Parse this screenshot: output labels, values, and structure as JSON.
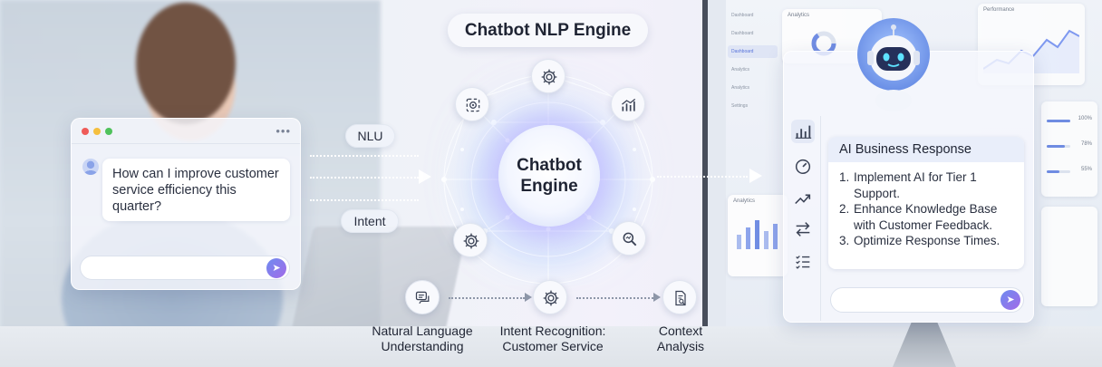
{
  "header": {
    "title": "Chatbot NLP Engine"
  },
  "user_chat": {
    "message": "How can I improve customer service efficiency this quarter?",
    "input_placeholder": ""
  },
  "flow_labels": {
    "nlu": "NLU",
    "intent": "Intent"
  },
  "engine": {
    "line1": "Chatbot",
    "line2": "Engine"
  },
  "pipeline": [
    {
      "line1": "Natural Language",
      "line2": "Understanding"
    },
    {
      "line1": "Intent Recognition:",
      "line2": "Customer Service"
    },
    {
      "line1": "Context",
      "line2": "Analysis"
    }
  ],
  "response": {
    "title": "AI Business Response",
    "items": [
      {
        "num": "1.",
        "text": "Implement AI for Tier 1 Support."
      },
      {
        "num": "2.",
        "text": "Enhance Knowledge Base with Customer Feedback."
      },
      {
        "num": "3.",
        "text": "Optimize Response Times."
      }
    ]
  },
  "dashboard": {
    "nav": [
      "Dashboard",
      "Dashboard",
      "Dashboard",
      "Analytics",
      "Analytics",
      "Settings"
    ],
    "cards": {
      "analytics": "Analytics",
      "performance": "Performance",
      "analytics2": "Analytics"
    },
    "percents": [
      "100%",
      "78%",
      "55%"
    ]
  },
  "colors": {
    "accent": "#6e8cf0",
    "accent2": "#a36ae8",
    "text": "#1f2433"
  },
  "icons": [
    "gear-icon",
    "chart-icon",
    "target-icon",
    "magnifier-icon",
    "chat-icon",
    "document-search-icon",
    "bar-chart-icon",
    "gauge-icon",
    "trend-icon",
    "exchange-icon",
    "checklist-icon",
    "send-icon",
    "robot-icon"
  ]
}
